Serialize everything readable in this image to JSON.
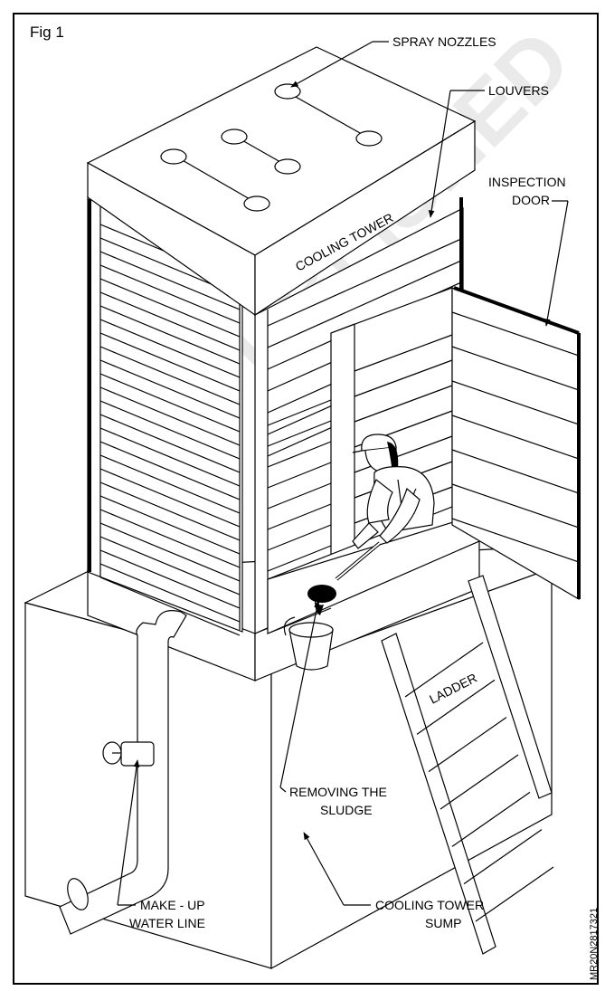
{
  "figure": {
    "label": "Fig 1",
    "code": "MR20N2817321",
    "watermark": "REPUBLISHED"
  },
  "labels": {
    "spray_nozzles": "SPRAY NOZZLES",
    "louvers": "LOUVERS",
    "inspection_door_line1": "INSPECTION",
    "inspection_door_line2": "DOOR",
    "cooling_tower": "COOLING TOWER",
    "ladder": "LADDER",
    "removing_sludge_line1": "REMOVING THE",
    "removing_sludge_line2": "SLUDGE",
    "make_up_line1": "MAKE - UP",
    "make_up_line2": "WATER LINE",
    "sump_line1": "COOLING TOWER",
    "sump_line2": "SUMP"
  }
}
